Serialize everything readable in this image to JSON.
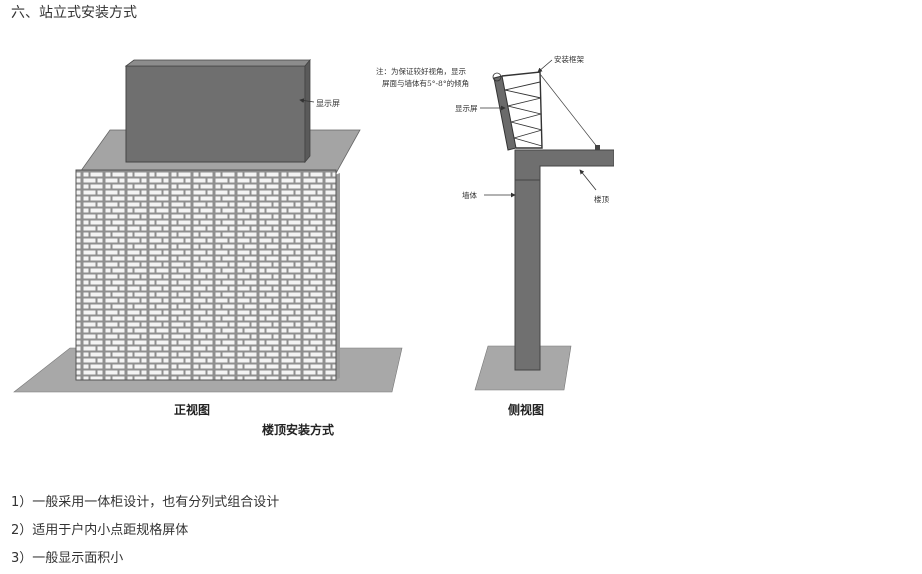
{
  "heading": "六、站立式安装方式",
  "figure": {
    "front_view_label": "正视图",
    "side_view_label": "侧视图",
    "caption": "楼顶安装方式",
    "front_screen_label": "显示屏",
    "side_note_line1": "注：为保证较好视角，显示",
    "side_note_line2": "屏面与墙体有5°-8°的倾角",
    "side_screen_label": "显示屏",
    "frame_label": "安装框架",
    "wall_label": "墙体",
    "roof_label": "楼顶"
  },
  "list_items": [
    "1）一般采用一体柜设计，也有分列式组合设计",
    "2）适用于户内小点距规格屏体",
    "3）一般显示面积小"
  ]
}
